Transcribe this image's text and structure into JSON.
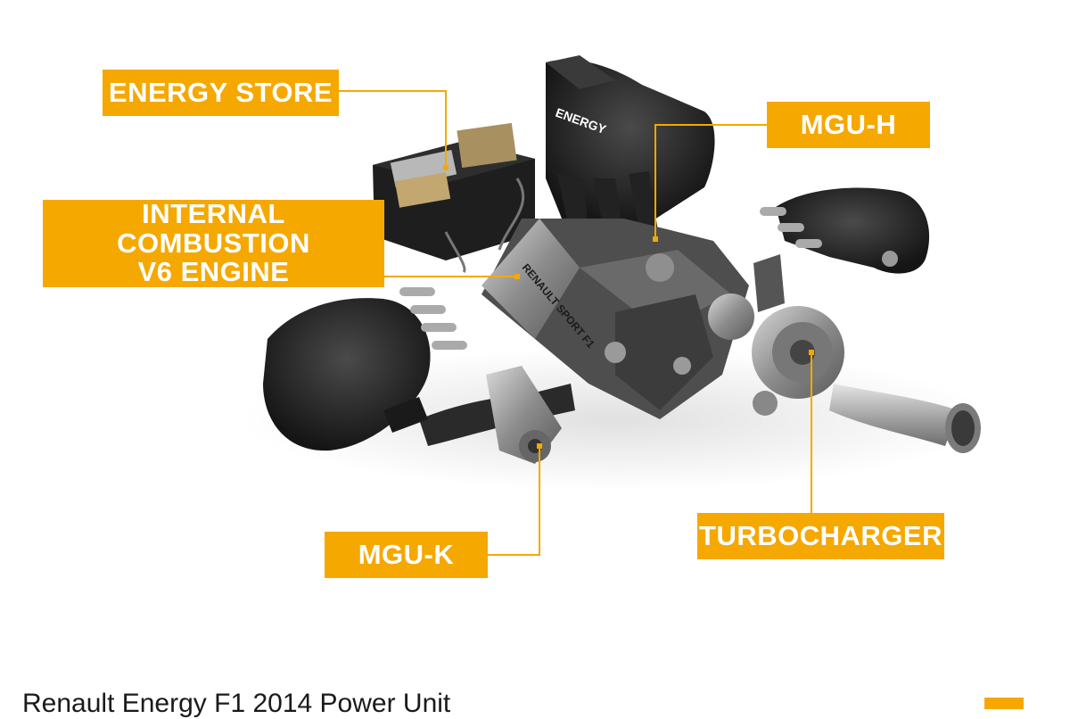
{
  "labels": {
    "energy_store": "ENERGY STORE",
    "mgu_h": "MGU-H",
    "ice_line1": "INTERNAL COMBUSTION",
    "ice_line2": "V6 ENGINE",
    "mgu_k": "MGU-K",
    "turbocharger": "TURBOCHARGER"
  },
  "caption": "Renault Energy F1 2014 Power Unit",
  "engine_texts": {
    "tank": "ENERGY",
    "brand": "RENAULT SPORT F1"
  },
  "colors": {
    "callout": "#f5a800",
    "callout_text": "#ffffff",
    "leader_line": "#f5a800",
    "carbon_dark": "#1c1c1c",
    "metal": "#9a9a9a"
  },
  "icons": [
    "renault-logo-icon"
  ]
}
